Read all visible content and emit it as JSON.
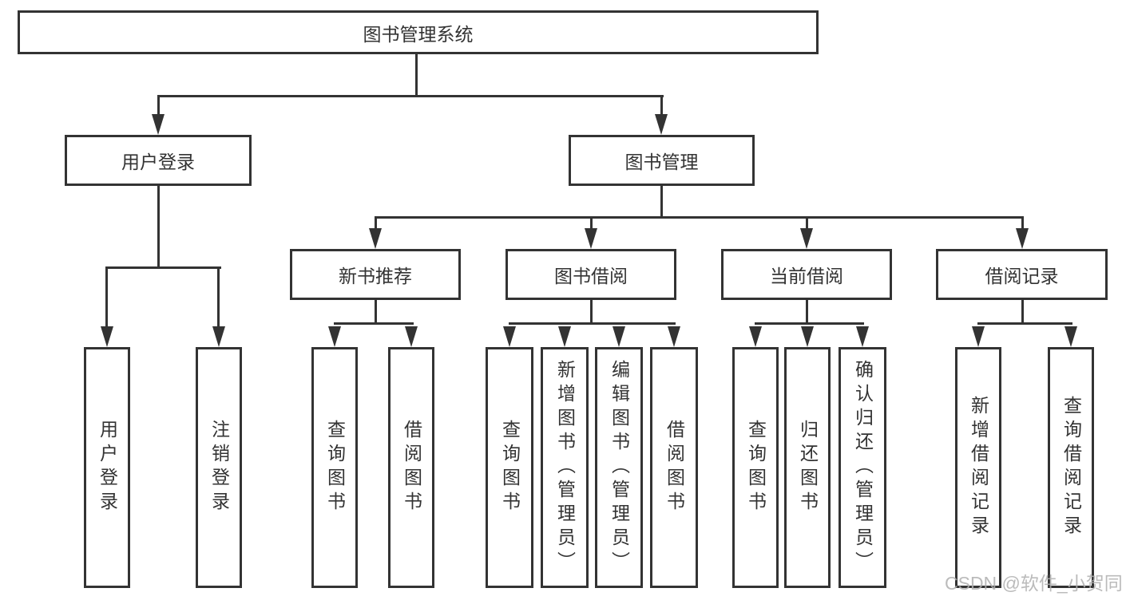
{
  "watermark": "CSDN @软件_小贺同学",
  "colors": {
    "line": "#333333",
    "text": "#333333",
    "box_background": "#ffffff",
    "background": "#ffffff",
    "watermark": "#b0b0b0"
  },
  "tree": {
    "root": {
      "label": "图书管理系统",
      "children": [
        {
          "label": "用户登录",
          "children": [
            {
              "label": "用户登录"
            },
            {
              "label": "注销登录"
            }
          ]
        },
        {
          "label": "图书管理",
          "children": [
            {
              "label": "新书推荐",
              "children": [
                {
                  "label": "查询图书"
                },
                {
                  "label": "借阅图书"
                }
              ]
            },
            {
              "label": "图书借阅",
              "children": [
                {
                  "label": "查询图书"
                },
                {
                  "label": "新增图书（管理员）"
                },
                {
                  "label": "编辑图书（管理员）"
                },
                {
                  "label": "借阅图书"
                }
              ]
            },
            {
              "label": "当前借阅",
              "children": [
                {
                  "label": "查询图书"
                },
                {
                  "label": "归还图书"
                },
                {
                  "label": "确认归还（管理员）"
                }
              ]
            },
            {
              "label": "借阅记录",
              "children": [
                {
                  "label": "新增借阅记录"
                },
                {
                  "label": "查询借阅记录"
                }
              ]
            }
          ]
        }
      ]
    }
  }
}
